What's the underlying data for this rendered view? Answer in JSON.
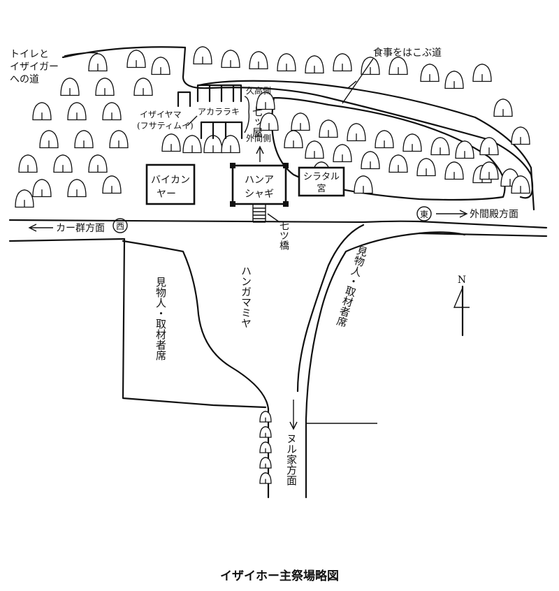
{
  "title": "イザイホー主祭場略図",
  "labels": {
    "toilet_path": [
      "トイレと",
      "イザイガー",
      "への道"
    ],
    "food_road": "食事をはこぶ道",
    "izaiyama": "イザイヤマ",
    "fusatimui": "(フサティムイ)",
    "akararaki": "アカララキ",
    "kudaka_side": "久高側",
    "nanatsuya": "七ッ屋",
    "hokama_side": "外間側",
    "baikanya": [
      "バイカン",
      "ヤー"
    ],
    "hanaashagi": [
      "ハンア",
      "シャギ"
    ],
    "shirataru": [
      "シラタル",
      "宮"
    ],
    "nanatsubashi": "七ツ橋",
    "west_direction": "カー群方面",
    "west_badge": "西",
    "east_direction": "外間殿方面",
    "east_badge": "東",
    "spectators_left": "見物人・取材者席",
    "spectators_right": "見物人・取材者席",
    "hangamamiya": "ハンガマミヤ",
    "nuru_direction": "ヌル家方面",
    "north": "N"
  }
}
